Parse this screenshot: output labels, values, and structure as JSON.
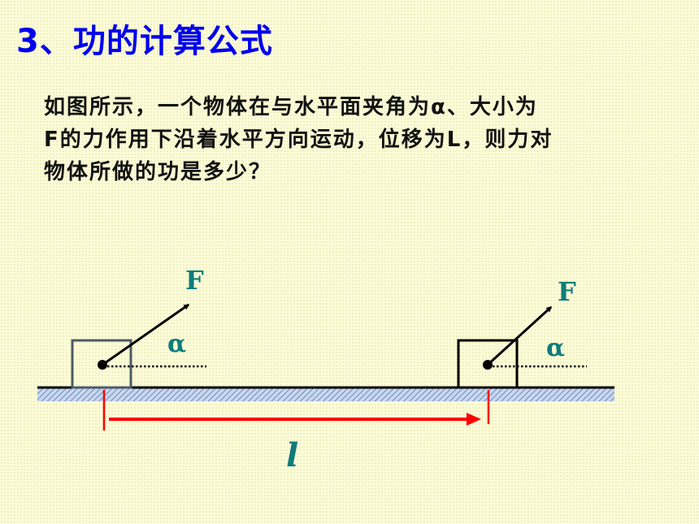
{
  "slide": {
    "title": "3、功的计算公式",
    "question_lines": [
      "如图所示，一个物体在与水平面夹角为α、大小为",
      "F的力作用下沿着水平方向运动，位移为L，则力对",
      "物体所做的功是多少？"
    ]
  },
  "diagram": {
    "force_label_left": "F",
    "force_label_right": "F",
    "angle_label_left": "α",
    "angle_label_right": "α",
    "displacement_label": "l"
  },
  "colors": {
    "title": "#0000ee",
    "label": "#0e7c7b",
    "displacement_arrow": "#ff0000",
    "ground": "#6f8bbd",
    "box_left": "#4a5a6a",
    "box_right": "#000000"
  }
}
